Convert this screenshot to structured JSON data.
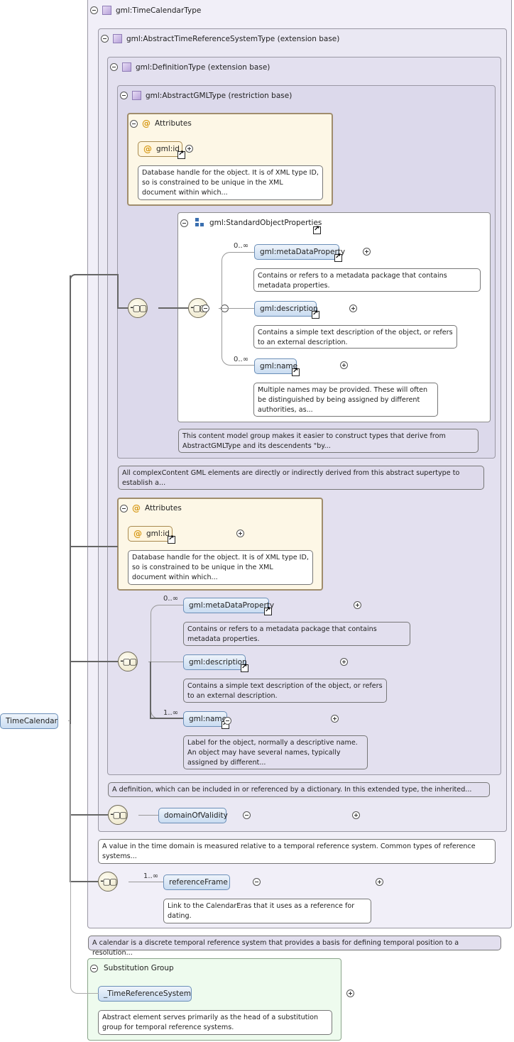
{
  "root": {
    "label": "TimeCalendar"
  },
  "boxes": {
    "timeCalendarType": "gml:TimeCalendarType",
    "abstractTRS": "gml:AbstractTimeReferenceSystemType (extension base)",
    "definitionType": "gml:DefinitionType (extension base)",
    "abstractGML": "gml:AbstractGMLType (restriction base)",
    "attributes1": "Attributes",
    "attributes2": "Attributes",
    "standardObjProps": "gml:StandardObjectProperties",
    "substitution": "Substitution Group"
  },
  "elements": {
    "gmlId1": "gml:id",
    "gmlId2": "gml:id",
    "metaData1": "gml:metaDataProperty",
    "description1": "gml:description",
    "name1": "gml:name",
    "metaData2": "gml:metaDataProperty",
    "description2": "gml:description",
    "name2": "gml:name",
    "domainOfValidity": "domainOfValidity",
    "referenceFrame": "referenceFrame",
    "timeRefSystem": "_TimeReferenceSystem"
  },
  "cards": {
    "meta1": "0..∞",
    "name1": "0..∞",
    "meta2": "0..∞",
    "name2": "1..∞",
    "refFrame": "1..∞"
  },
  "notes": {
    "gmlId1": "Database handle for the object. It is of XML type ID, so is constrained to be unique in the XML document within which...",
    "metaData1": "Contains or refers to a metadata package that contains metadata properties.",
    "description1": "Contains a simple text description of the object, or refers to an external description.",
    "name1": "Multiple names may be provided. These will often be distinguished by being assigned by different authorities, as...",
    "standardObjProps": "This content model group makes it easier to construct types that derive from AbstractGMLType and its descendents \"by...",
    "abstractGML": "All complexContent GML elements are directly or indirectly derived from this abstract supertype to establish a...",
    "gmlId2": "Database handle for the object. It is of XML type ID, so is constrained to be unique in the XML document within which...",
    "metaData2": "Contains or refers to a metadata package that contains metadata properties.",
    "description2": "Contains a simple text description of the object, or refers to an external description.",
    "name2": "Label for the object, normally a descriptive name. An object may have several names, typically assigned by different...",
    "definition": "A definition, which can be included in or referenced by a dictionary. In this extended type, the inherited...",
    "abstractTRS": "A value in the time domain is measured relative to a temporal reference system. Common types of reference systems...",
    "referenceFrame": "Link to the CalendarEras that it uses as a reference for dating.",
    "timeCalendar": "A calendar is a discrete temporal reference system that provides a basis for defining temporal position to a resolution...",
    "timeRefSystem": "Abstract element serves primarily as the head of a substitution group for temporal reference systems."
  },
  "icons": {
    "complexType": "complex-type-icon",
    "attribute": "at-sign-icon",
    "group": "group-icon",
    "sequence": "sequence-icon"
  }
}
